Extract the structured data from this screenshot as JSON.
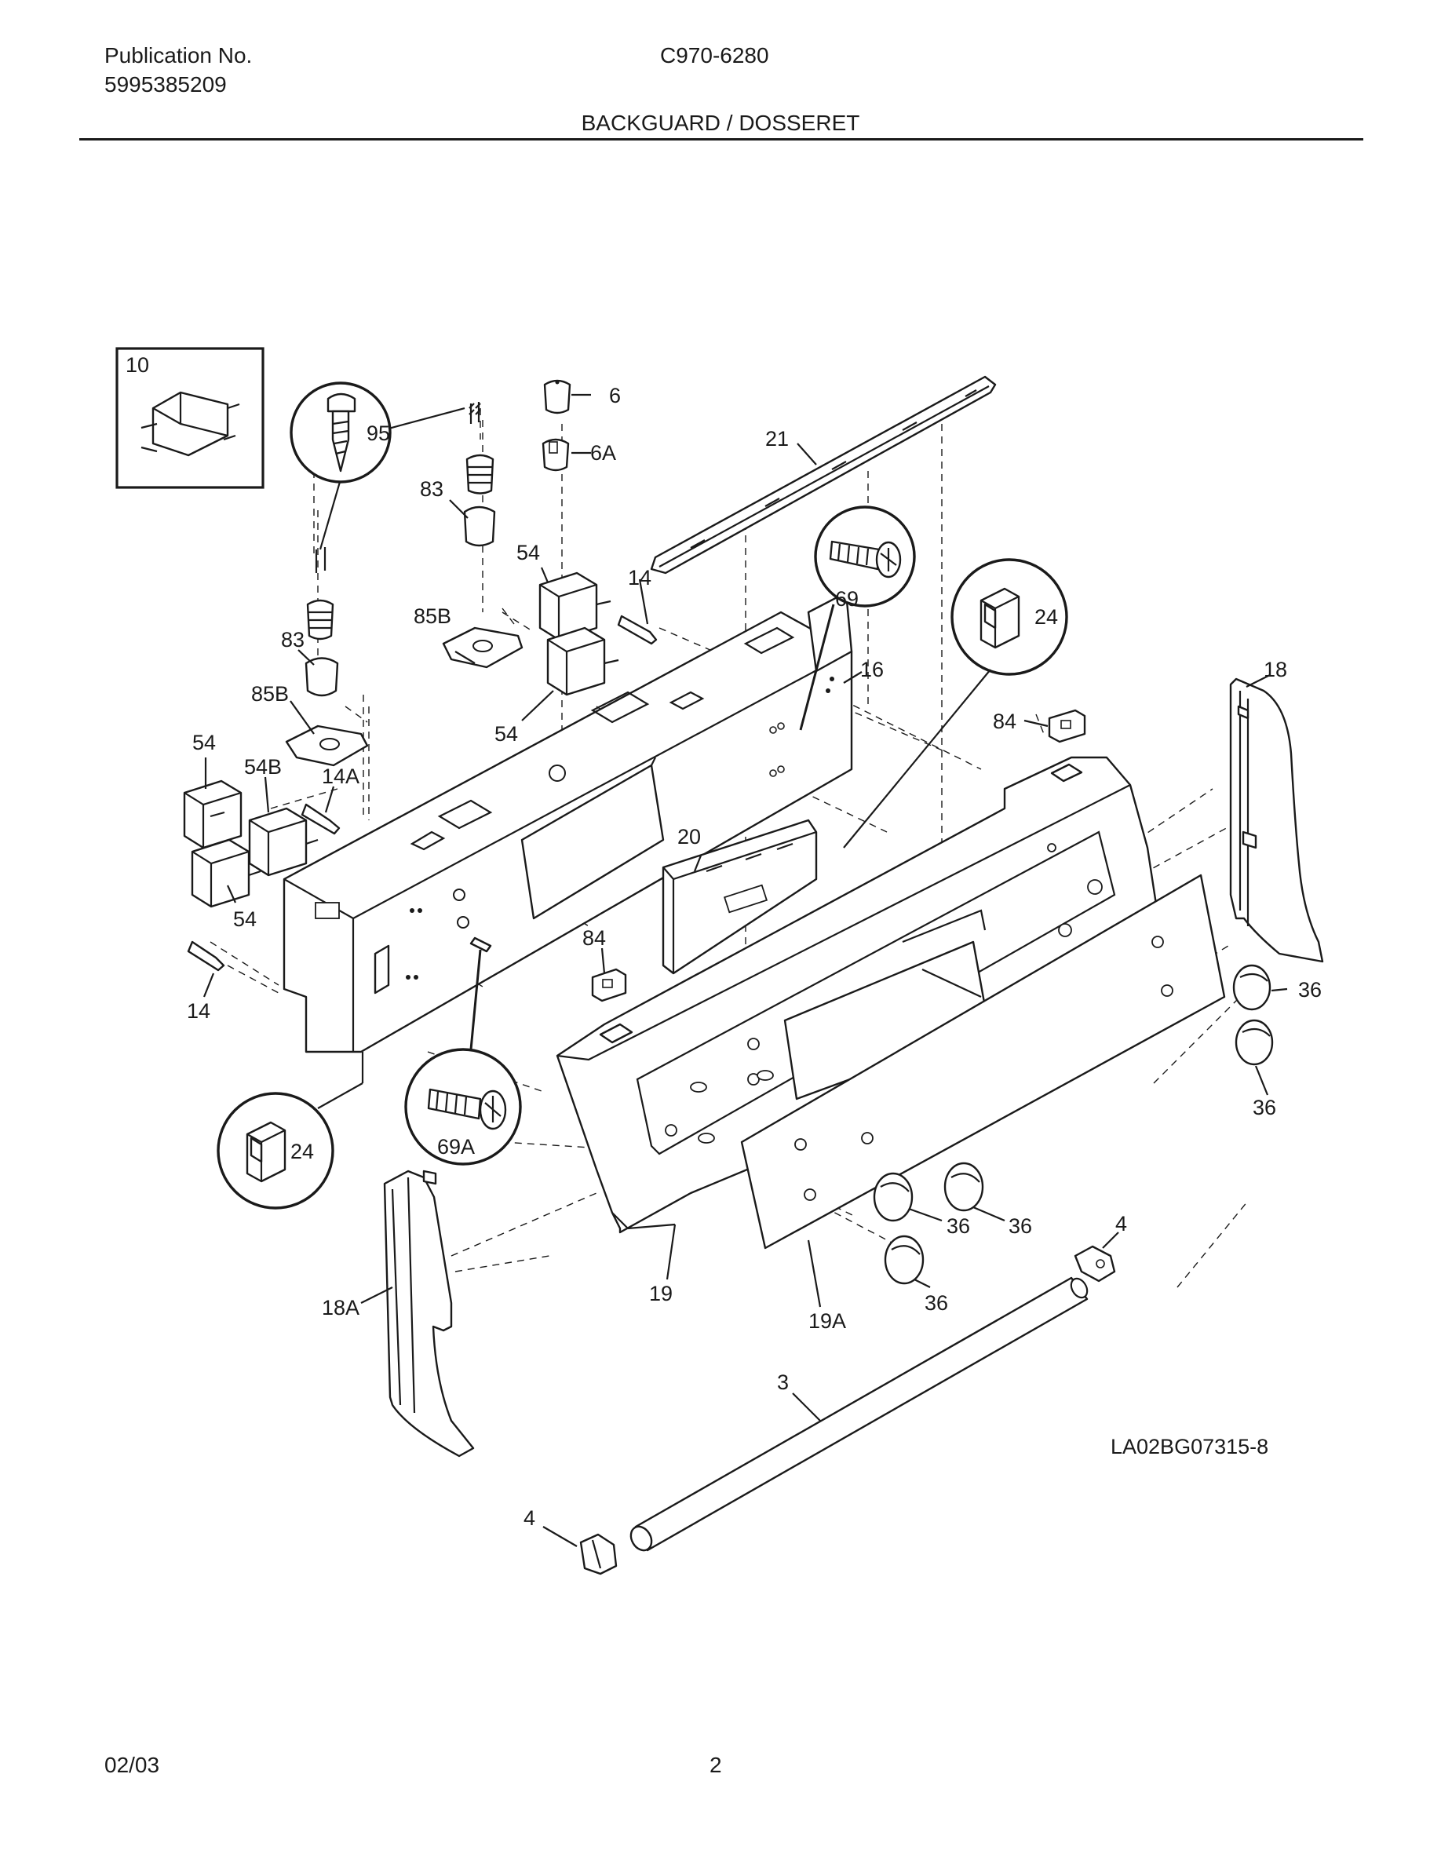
{
  "header": {
    "publication_label": "Publication No.",
    "publication_number": "5995385209",
    "model": "C970-6280",
    "section_title": "BACKGUARD / DOSSERET"
  },
  "diagram": {
    "reference_code": "LA02BG07315-8",
    "callouts": {
      "p10": "10",
      "p95": "95",
      "p6": "6",
      "p6A": "6A",
      "p21": "21",
      "p83_top": "83",
      "p83_left": "83",
      "p54_top": "54",
      "p54_mid": "54",
      "p54_left": "54",
      "p54_bottom": "54",
      "p54B": "54B",
      "p14_top": "14",
      "p14_left": "14",
      "p14A": "14A",
      "p85B_top": "85B",
      "p85B_left": "85B",
      "p69": "69",
      "p69A": "69A",
      "p24_right": "24",
      "p24_left": "24",
      "p16": "16",
      "p18": "18",
      "p18A": "18A",
      "p84_right": "84",
      "p84_left": "84",
      "p20": "20",
      "p19": "19",
      "p19A": "19A",
      "p36_a": "36",
      "p36_b": "36",
      "p36_c": "36",
      "p36_d": "36",
      "p36_e": "36",
      "p3": "3",
      "p4_right": "4",
      "p4_left": "4"
    }
  },
  "footer": {
    "date": "02/03",
    "page": "2"
  }
}
